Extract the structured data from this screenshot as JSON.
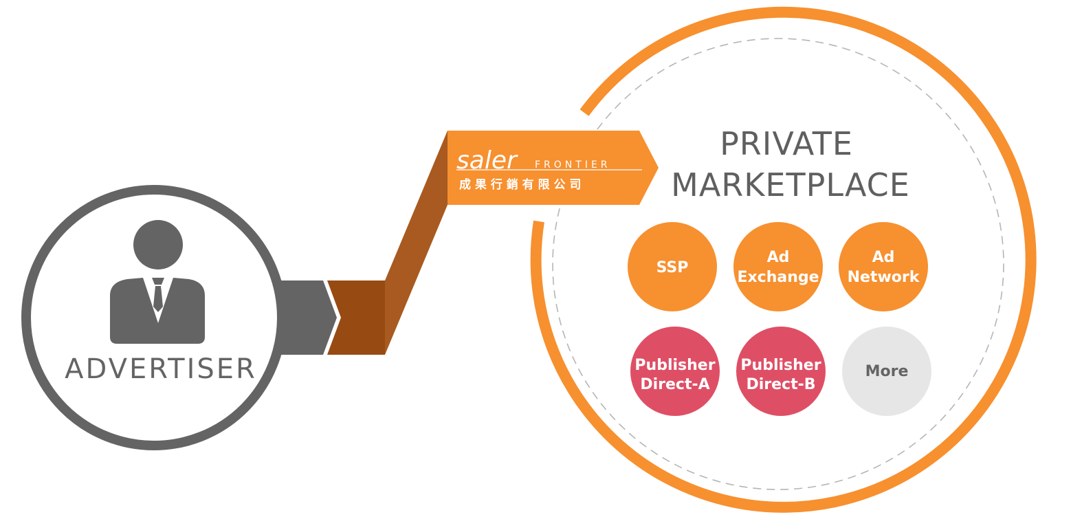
{
  "advertiser": {
    "label": "ADVERTISER",
    "icon": "businessman-icon"
  },
  "logo": {
    "brand": "saler",
    "sub": "FRONTIER",
    "chinese": "成 果 行 銷 有 限 公 司"
  },
  "marketplace": {
    "title_line1": "PRIVATE",
    "title_line2": "MARKETPLACE",
    "bubbles": [
      {
        "line1": "SSP",
        "line2": "",
        "kind": "orange"
      },
      {
        "line1": "Ad",
        "line2": "Exchange",
        "kind": "orange"
      },
      {
        "line1": "Ad",
        "line2": "Network",
        "kind": "orange"
      },
      {
        "line1": "Publisher",
        "line2": "Direct-A",
        "kind": "red"
      },
      {
        "line1": "Publisher",
        "line2": "Direct-B",
        "kind": "red"
      },
      {
        "line1": "More",
        "line2": "",
        "kind": "gray"
      }
    ]
  },
  "colors": {
    "gray": "#646464",
    "orange": "#f7902f",
    "dark_orange": "#a85a20",
    "brown": "#984a13",
    "red": "#de4f66",
    "light_gray": "#e6e6e6",
    "title": "#5f5f5f"
  }
}
